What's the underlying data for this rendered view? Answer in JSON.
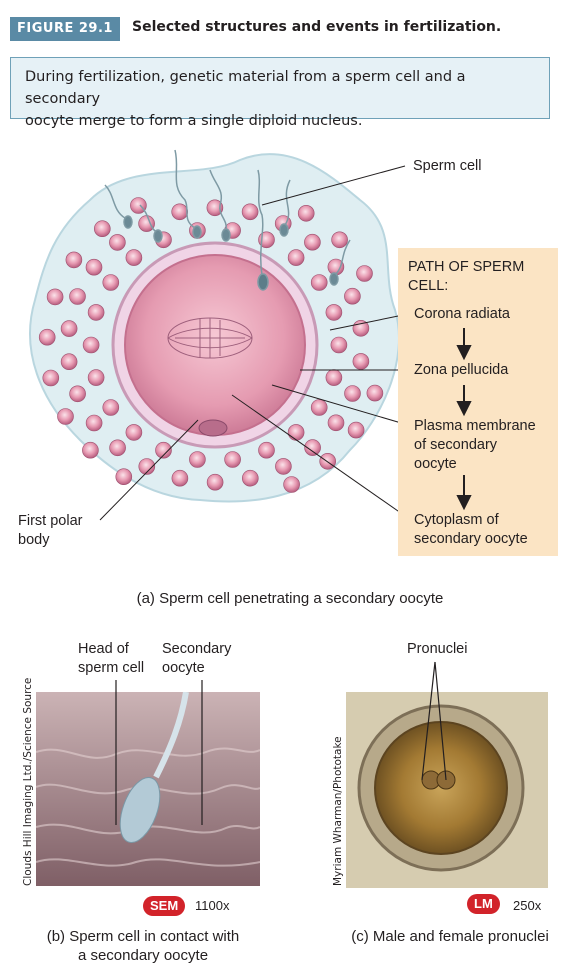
{
  "figure": {
    "number": "FIGURE 29.1",
    "title": "Selected structures and events in fertilization.",
    "summary_line1": "During fertilization, genetic material from a sperm cell and a secondary",
    "summary_line2": "oocyte merge to form a single diploid nucleus."
  },
  "diagram_a": {
    "sperm_label": "Sperm cell",
    "polar_body_label": "First polar\nbody",
    "path_title": "PATH OF SPERM\nCELL:",
    "path_steps": [
      "Corona radiata",
      "Zona pellucida",
      "Plasma membrane\nof secondary\noocyte",
      "Cytoplasm of\nsecondary oocyte"
    ],
    "caption": "(a) Sperm cell penetrating a secondary oocyte"
  },
  "panel_b": {
    "label_head": "Head of\nsperm cell",
    "label_oocyte": "Secondary\noocyte",
    "credit": "Clouds Hill Imaging Ltd./Science Source",
    "badge": "SEM",
    "magnification": "1100x",
    "caption": "(b) Sperm cell in contact with\na secondary oocyte"
  },
  "panel_c": {
    "label": "Pronuclei",
    "credit": "Myriam Wharman/Phototake",
    "badge": "LM",
    "magnification": "250x",
    "caption": "(c) Male and female pronuclei"
  },
  "colors": {
    "figure_badge": "#5a8aa5",
    "summary_bg": "#e6f1f6",
    "path_box": "#fbe4c4",
    "micrograph_badge": "#d2232a"
  }
}
